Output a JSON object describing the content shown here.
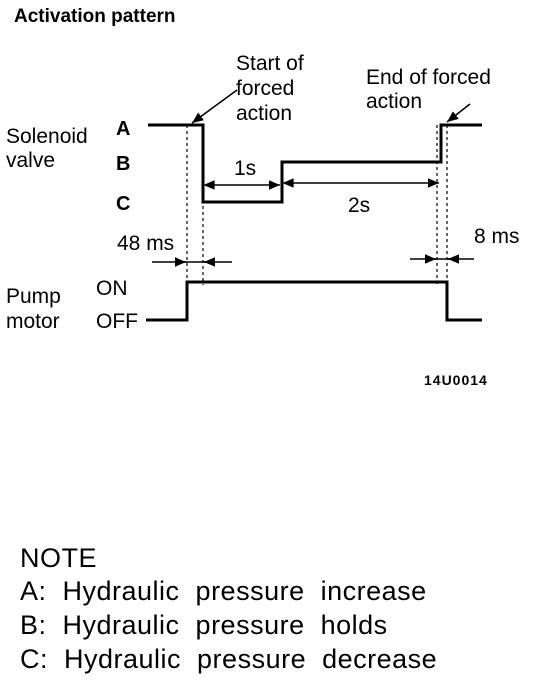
{
  "title": "Activation pattern",
  "solenoid": {
    "label_line1": "Solenoid",
    "label_line2": "valve",
    "levels": [
      "A",
      "B",
      "C"
    ]
  },
  "pump": {
    "label_line1": "Pump",
    "label_line2": "motor",
    "on_label": "ON",
    "off_label": "OFF"
  },
  "annotations": {
    "start_line1": "Start of",
    "start_line2": "forced",
    "start_line3": "action",
    "end_line1": "End of forced",
    "end_line2": "action",
    "t_1s": "1s",
    "t_2s": "2s",
    "t_48ms": "48 ms",
    "t_8ms": "8 ms"
  },
  "figure_code": "14U0014",
  "note": {
    "heading": "NOTE",
    "items": [
      "A:  Hydraulic  pressure  increase",
      "B:  Hydraulic  pressure  holds",
      "C:  Hydraulic  pressure  decrease"
    ]
  }
}
